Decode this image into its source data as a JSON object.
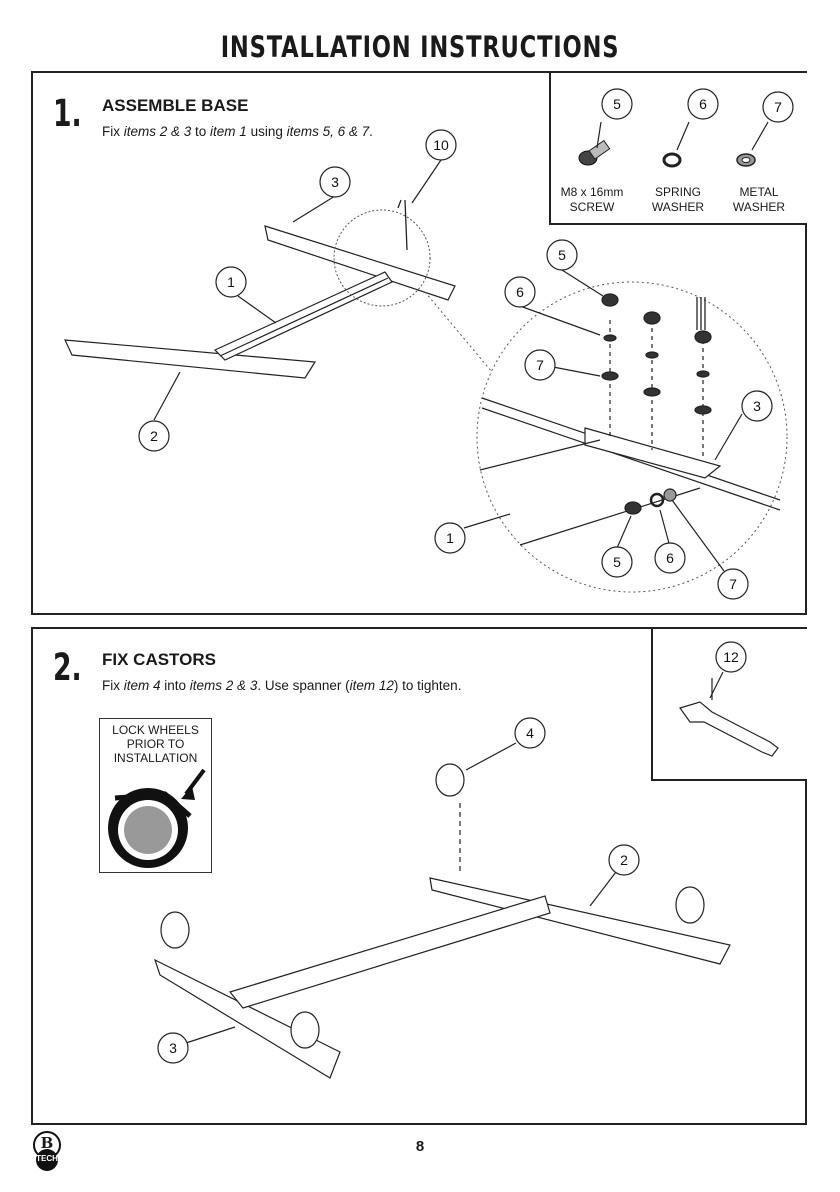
{
  "title": "INSTALLATION INSTRUCTIONS",
  "step1": {
    "number": "1.",
    "heading": "ASSEMBLE BASE",
    "text_parts": [
      "Fix ",
      "items 2 & 3",
      " to ",
      "item 1",
      " using ",
      "items 5, 6 & 7",
      "."
    ],
    "parts": [
      {
        "num": "5",
        "label_line1": "M8 x 16mm",
        "label_line2": "SCREW"
      },
      {
        "num": "6",
        "label_line1": "SPRING",
        "label_line2": "WASHER"
      },
      {
        "num": "7",
        "label_line1": "METAL",
        "label_line2": "WASHER"
      }
    ],
    "callouts": [
      "10",
      "3",
      "1",
      "2",
      "5",
      "6",
      "7",
      "3",
      "1",
      "5",
      "6",
      "7"
    ]
  },
  "step2": {
    "number": "2.",
    "heading": "FIX CASTORS",
    "text_parts": [
      "Fix ",
      "item 4",
      " into ",
      "items 2 & 3",
      ". Use spanner (",
      "item 12",
      ") to tighten."
    ],
    "lock_note": [
      "LOCK WHEELS",
      "PRIOR TO",
      "INSTALLATION"
    ],
    "callouts": [
      "12",
      "4",
      "2",
      "3"
    ]
  },
  "footer": {
    "page_number": "8",
    "logo_letter": "B",
    "logo_text": "TECH"
  }
}
